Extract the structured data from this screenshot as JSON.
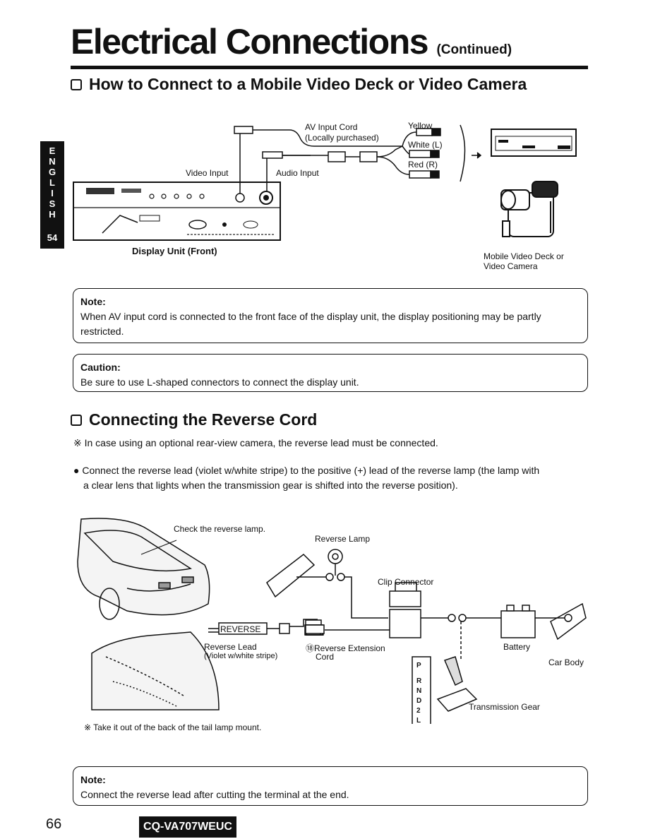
{
  "header": {
    "title": "Electrical Connections",
    "title_suffix": "(Continued)"
  },
  "side_tab": {
    "letters": [
      "E",
      "N",
      "G",
      "L",
      "I",
      "S",
      "H"
    ],
    "page": "54"
  },
  "section1": {
    "heading": "How to Connect to a Mobile Video Deck or Video Camera",
    "labels": {
      "av_input_cord": "AV Input Cord",
      "locally_purchased": "(Locally purchased)",
      "yellow": "Yellow",
      "white": "White (L)",
      "red": "Red (R)",
      "video_input": "Video Input",
      "audio_input": "Audio Input",
      "display_unit": "Display Unit (Front)",
      "mobile_deck": "Mobile Video Deck or",
      "video_camera": "Video Camera"
    },
    "note": {
      "title": "Note:",
      "text": "When AV input cord is connected to the front face of the display unit, the display positioning may be partly restricted."
    },
    "caution": {
      "title": "Caution:",
      "text": "Be sure to use L-shaped connectors to connect the display unit."
    }
  },
  "section2": {
    "heading": "Connecting the Reverse Cord",
    "remark": "※ In case using an optional rear-view camera, the reverse lead must be connected.",
    "bullet": "● Connect the reverse lead (violet w/white stripe) to the positive (+) lead of the reverse lamp (the lamp with",
    "bullet_cont": "a clear lens that lights when the transmission gear is shifted into the reverse position).",
    "labels": {
      "check_lamp": "Check the reverse lamp.",
      "reverse_lamp": "Reverse Lamp",
      "clip_connector": "Clip Connector",
      "reverse_tag": "REVERSE",
      "reverse_lead": "Reverse Lead",
      "reverse_lead_sub": "(Violet w/white stripe)",
      "ext_cord_1": "⑱Reverse Extension",
      "ext_cord_2": "Cord",
      "battery": "Battery",
      "car_body": "Car Body",
      "transmission": "Transmission Gear",
      "gears": [
        "P",
        "R",
        "N",
        "D",
        "2",
        "L"
      ],
      "tail_note": "※ Take it out of the back of the tail lamp mount."
    },
    "note": {
      "title": "Note:",
      "text": "Connect the reverse lead after cutting the terminal at the end."
    }
  },
  "footer": {
    "page_number": "66",
    "model": "CQ-VA707WEUC"
  }
}
